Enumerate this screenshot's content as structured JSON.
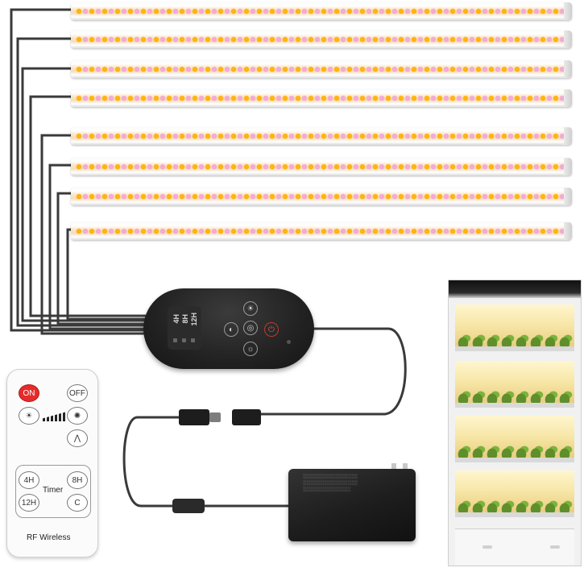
{
  "controller": {
    "timer_labels": [
      "4H",
      "8H",
      "12H"
    ]
  },
  "remote": {
    "on_label": "ON",
    "off_label": "OFF",
    "timer_4h": "4H",
    "timer_8h": "8H",
    "timer_12h": "12H",
    "cycle_label": "C",
    "timer_title": "Timer",
    "footer": "RF Wireless"
  },
  "icons": {
    "brightness": "sun-icon",
    "dim": "dimmer-icon",
    "power": "power-icon",
    "spectrum": "spectrum-icon"
  },
  "colors": {
    "led_warm": "#ffb000",
    "led_pink": "#f2a6d8",
    "on_button": "#e52b2b",
    "device_body": "#222222"
  }
}
